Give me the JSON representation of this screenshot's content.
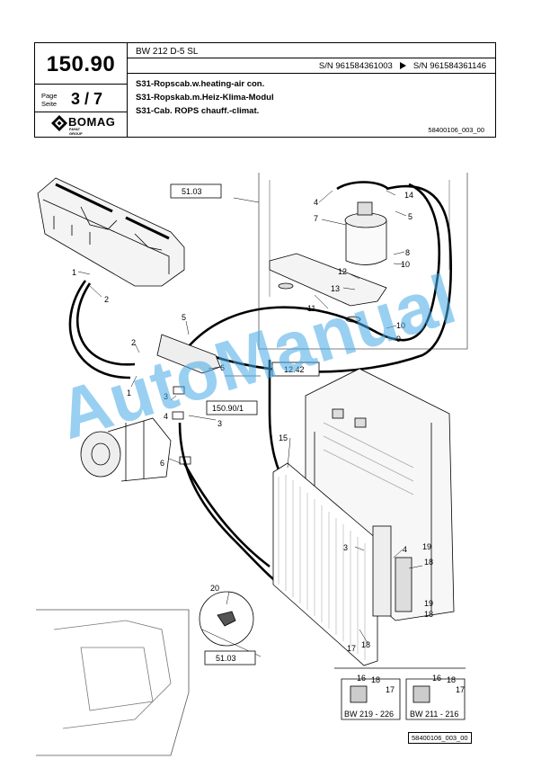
{
  "header": {
    "page_number": "150.90",
    "page_label_en": "Page",
    "page_label_de": "Seite",
    "page_value": "3 / 7",
    "model": "BW 212 D-5 SL",
    "sn_from": "S/N 961584361003",
    "sn_to": "S/N 961584361146",
    "title_en": "S31-Ropscab.w.heating-air con.",
    "title_de": "S31-Ropskab.m.Heiz-Klima-Modul",
    "title_fr": "S31-Cab. ROPS chauff.-climat.",
    "drawing_code": "58400106_003_00",
    "logo_text": "BOMAG",
    "logo_sub": "FAYAT GROUP"
  },
  "refs": {
    "ref_5103_top": "51.03",
    "ref_1242": "12.42",
    "ref_15090": "150.90/1",
    "ref_5103_bottom": "51.03"
  },
  "callouts": {
    "n1": "1",
    "n2": "2",
    "n3": "3",
    "n4": "4",
    "n5": "5",
    "n6": "6",
    "n7": "7",
    "n8": "8",
    "n9": "9",
    "n10": "10",
    "n11": "11",
    "n12": "12",
    "n13": "13",
    "n14": "14",
    "n15": "15",
    "n16": "16",
    "n17": "17",
    "n18": "18",
    "n19": "19",
    "n20": "20"
  },
  "variants": {
    "left": "BW 219 - 226",
    "right": "BW 211 - 216"
  },
  "footer_code": "58400106_003_00",
  "watermark": "AutoManual"
}
